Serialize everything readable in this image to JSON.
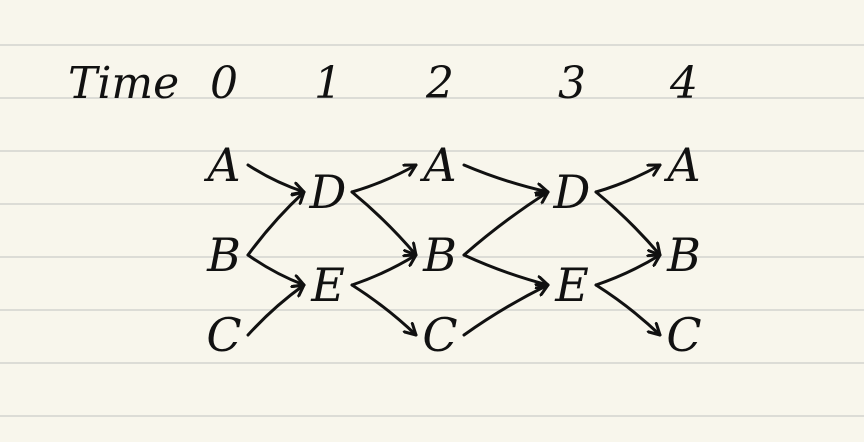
{
  "header": {
    "label": "Time",
    "steps": [
      "0",
      "1",
      "2",
      "3",
      "4"
    ]
  },
  "columns": [
    {
      "nodes": [
        "A",
        "B",
        "C"
      ]
    },
    {
      "nodes": [
        "D",
        "E"
      ]
    },
    {
      "nodes": [
        "A",
        "B",
        "C"
      ]
    },
    {
      "nodes": [
        "D",
        "E"
      ]
    },
    {
      "nodes": [
        "A",
        "B",
        "C"
      ]
    }
  ],
  "edges": [
    {
      "from": [
        0,
        0
      ],
      "to": [
        1,
        0
      ]
    },
    {
      "from": [
        0,
        1
      ],
      "to": [
        1,
        0
      ]
    },
    {
      "from": [
        0,
        1
      ],
      "to": [
        1,
        1
      ]
    },
    {
      "from": [
        0,
        2
      ],
      "to": [
        1,
        1
      ]
    },
    {
      "from": [
        1,
        0
      ],
      "to": [
        2,
        0
      ]
    },
    {
      "from": [
        1,
        0
      ],
      "to": [
        2,
        1
      ]
    },
    {
      "from": [
        1,
        1
      ],
      "to": [
        2,
        1
      ]
    },
    {
      "from": [
        1,
        1
      ],
      "to": [
        2,
        2
      ]
    },
    {
      "from": [
        2,
        0
      ],
      "to": [
        3,
        0
      ]
    },
    {
      "from": [
        2,
        1
      ],
      "to": [
        3,
        0
      ]
    },
    {
      "from": [
        2,
        1
      ],
      "to": [
        3,
        1
      ]
    },
    {
      "from": [
        2,
        2
      ],
      "to": [
        3,
        1
      ]
    },
    {
      "from": [
        3,
        0
      ],
      "to": [
        4,
        0
      ]
    },
    {
      "from": [
        3,
        0
      ],
      "to": [
        4,
        1
      ]
    },
    {
      "from": [
        3,
        1
      ],
      "to": [
        4,
        1
      ]
    },
    {
      "from": [
        3,
        1
      ],
      "to": [
        4,
        2
      ]
    }
  ],
  "colors": {
    "ink": "#111111",
    "paper": "#f8f6ec",
    "rule": "#dcdcd6"
  }
}
